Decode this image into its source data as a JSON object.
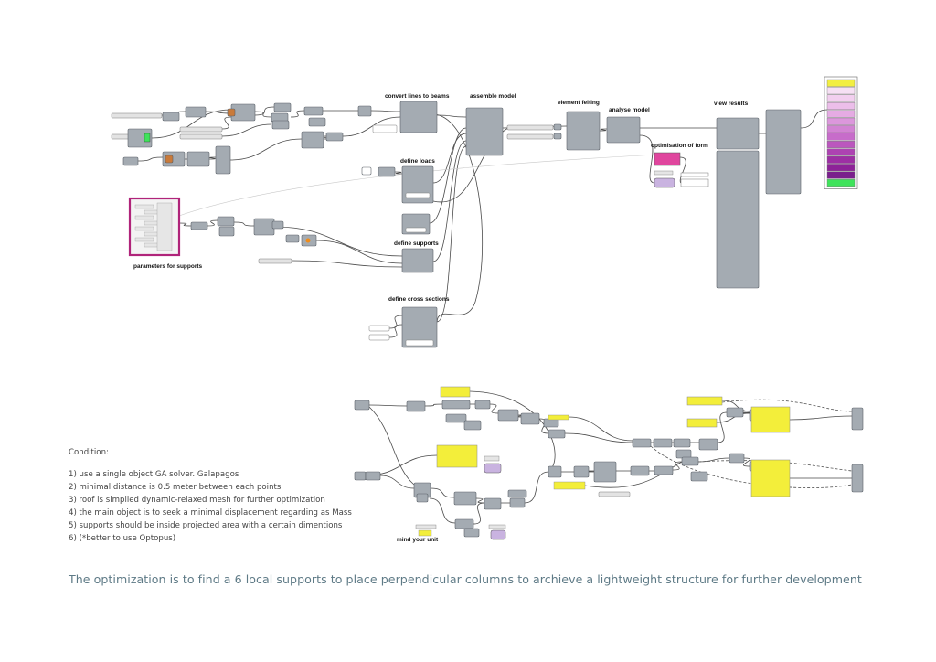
{
  "section_titles": {
    "convert": "convert lines to beams",
    "assemble": "assemble model",
    "felting": "element felting",
    "analyse": "analyse model",
    "view": "view results",
    "optimisation": "optimisation of form",
    "loads": "define loads",
    "supports": "define supports",
    "cross": "define cross sections",
    "params": "parameters for supports",
    "unit": "mind your unit"
  },
  "conditions": {
    "title": "Condition:",
    "items": [
      "1) use a single object GA solver. Galapagos",
      "2) minimal distance is 0.5 meter between each points",
      "3) roof is simplied dynamic-relaxed mesh for further optimization",
      "4) the main object is to seek a minimal displacement regarding as Mass",
      "5) supports should be inside projected area with a certain dimentions",
      "6) (*better to use Optopus)"
    ]
  },
  "footer": "The optimization is to find a 6 local supports to place perpendicular columns to archieve a lightweight structure for further development",
  "colors": {
    "node": "#a4abb2",
    "node_border": "#5b6168",
    "wire": "#4a4a4a",
    "yellow": "#f3ee3a",
    "magenta": "#e0469e",
    "purple_dark": "#7a1f8c",
    "purple_light": "#f4dcf2",
    "green": "#3fe35b",
    "group_border": "#b0247a"
  }
}
